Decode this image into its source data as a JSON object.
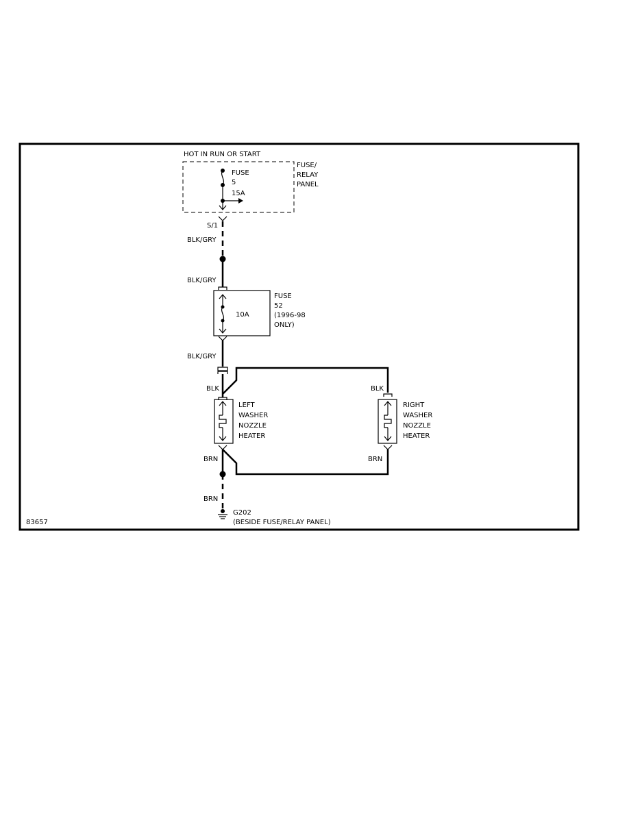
{
  "header": {
    "power_label": "HOT IN RUN OR START"
  },
  "fuse_relay_panel": {
    "label_line1": "FUSE/",
    "label_line2": "RELAY",
    "label_line3": "PANEL",
    "fuse_line1": "FUSE",
    "fuse_line2": "5",
    "fuse_line3": "15A",
    "connector": "S/1"
  },
  "wires": {
    "w1": "BLK/GRY",
    "w2": "BLK/GRY",
    "w3": "BLK/GRY",
    "left_in": "BLK",
    "right_in": "BLK",
    "left_out": "BRN",
    "right_out": "BRN",
    "ground_wire": "BRN"
  },
  "fuse52": {
    "rating": "10A",
    "label_line1": "FUSE",
    "label_line2": "52",
    "label_line3": "(1996-98",
    "label_line4": "ONLY)"
  },
  "left_heater": {
    "line1": "LEFT",
    "line2": "WASHER",
    "line3": "NOZZLE",
    "line4": "HEATER"
  },
  "right_heater": {
    "line1": "RIGHT",
    "line2": "WASHER",
    "line3": "NOZZLE",
    "line4": "HEATER"
  },
  "ground": {
    "name": "G202",
    "location": "(BESIDE FUSE/RELAY PANEL)"
  },
  "figure_id": "83657"
}
